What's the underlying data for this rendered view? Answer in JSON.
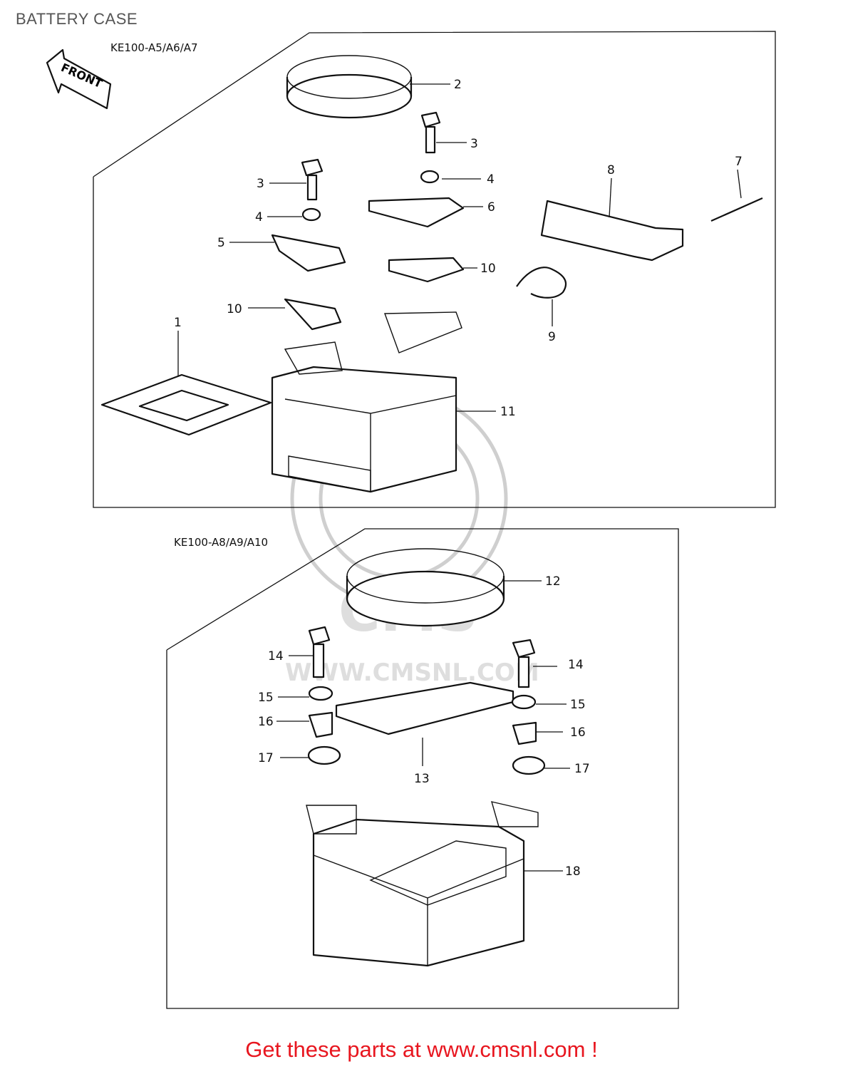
{
  "header": {
    "title": "BATTERY CASE"
  },
  "diagram": {
    "front_label": "FRONT",
    "panel_a": {
      "variant": "KE100-A5/A6/A7",
      "callouts": [
        "1",
        "2",
        "3",
        "3",
        "4",
        "4",
        "5",
        "6",
        "7",
        "8",
        "9",
        "10",
        "10",
        "11"
      ]
    },
    "panel_b": {
      "variant": "KE100-A8/A9/A10",
      "callouts": [
        "12",
        "13",
        "14",
        "14",
        "15",
        "15",
        "16",
        "16",
        "17",
        "17",
        "18"
      ]
    },
    "watermark": {
      "text": "CMS",
      "url_text": "WWW.CMSNL.COM"
    }
  },
  "footer": {
    "text": "Get these parts at www.cmsnl.com !",
    "color": "#e8161f"
  }
}
